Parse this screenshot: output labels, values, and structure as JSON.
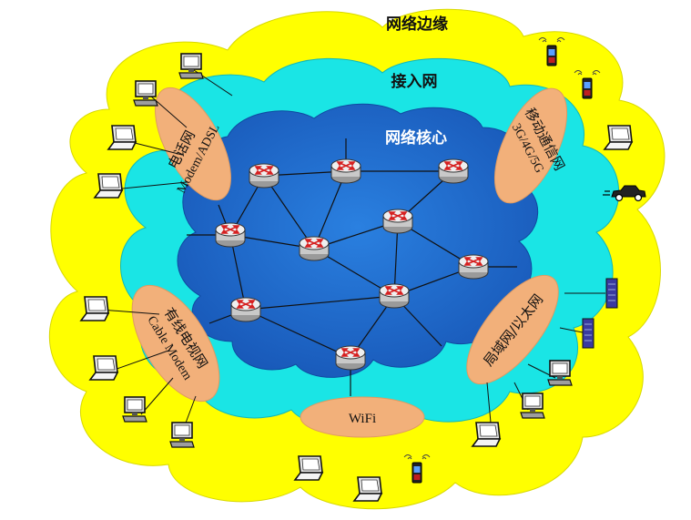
{
  "labels": {
    "edge": "网络边缘",
    "access": "接入网",
    "core": "网络核心"
  },
  "access_networks": {
    "phone": {
      "name": "电话网",
      "tech": "Modem/ADSL"
    },
    "mobile": {
      "name": "移动通信网",
      "tech": "3G/4G/5G"
    },
    "cable": {
      "name": "有线电视网",
      "tech": "Cable Modem"
    },
    "lan": {
      "name": "局域网/以太网"
    },
    "wifi": {
      "name": "WiFi"
    }
  },
  "colors": {
    "edge_cloud": "#ffff00",
    "access_cloud": "#1ae5e5",
    "core_cloud": "#1f6fd0",
    "access_bubble": "#f2b07a",
    "router": "#e6e6e6",
    "router_arrow": "#d62020"
  },
  "icons": {
    "router": "router-icon",
    "laptop": "laptop-icon",
    "desktop": "desktop-computer-icon",
    "phone": "mobile-phone-icon",
    "server": "server-icon",
    "car": "car-icon"
  }
}
